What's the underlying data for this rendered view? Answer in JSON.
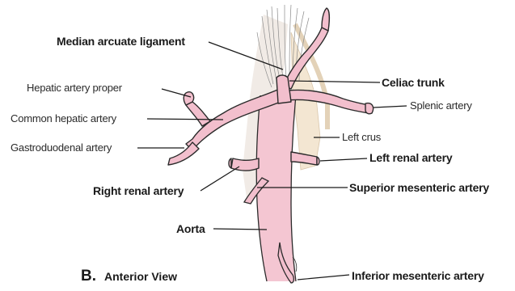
{
  "labels": {
    "median_arcuate_ligament": "Median arcuate ligament",
    "celiac_trunk": "Celiac trunk",
    "hepatic_artery_proper": "Hepatic artery proper",
    "splenic_artery": "Splenic artery",
    "common_hepatic_artery": "Common hepatic artery",
    "left_crus": "Left crus",
    "gastroduodenal_artery": "Gastroduodenal artery",
    "left_renal_artery": "Left renal artery",
    "right_renal_artery": "Right renal artery",
    "superior_mesenteric_artery": "Superior mesenteric artery",
    "aorta": "Aorta",
    "inferior_mesenteric_artery": "Inferior mesenteric artery"
  },
  "caption": {
    "letter": "B.",
    "text": "Anterior View"
  },
  "colors": {
    "artery_fill": "#f2bfcd",
    "artery_outline": "#2b2b2b",
    "crus_fill": "#f3e6d2",
    "ligament_stroke": "#8a8a8a",
    "leader_line": "#1a1a1a"
  }
}
